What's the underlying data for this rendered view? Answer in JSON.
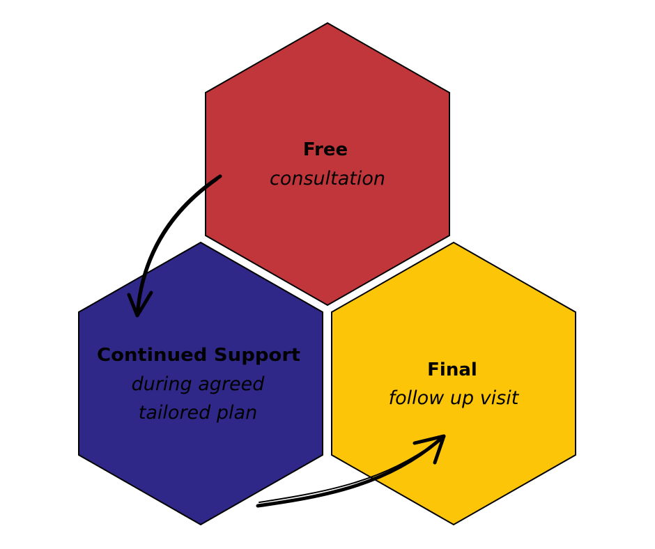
{
  "colors": {
    "hex_top": "#C1363B",
    "hex_left": "#2F2888",
    "hex_right": "#FDC507",
    "outline": "#000000",
    "arrow": "#000000",
    "background": "#FFFFFF"
  },
  "steps": {
    "free": {
      "title": "Free",
      "subtitle": "consultation"
    },
    "support": {
      "title": "Continued Support",
      "subtitle_line1": "during agreed",
      "subtitle_line2": "tailored plan"
    },
    "final": {
      "title": "Final",
      "subtitle": "follow up visit"
    }
  },
  "arrows": {
    "first": "arrow from Free consultation to Continued Support",
    "second": "arrow from Continued Support to Final"
  }
}
